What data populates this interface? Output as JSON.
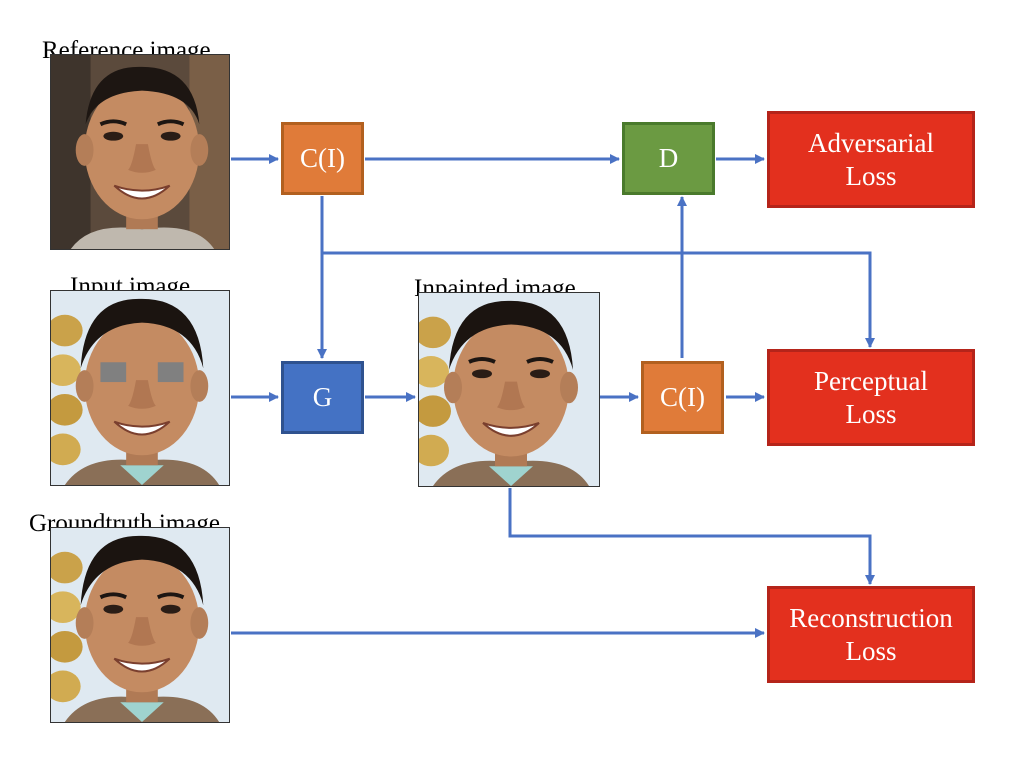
{
  "colors": {
    "arrow": "#4a72c4",
    "orange": "#e07b39",
    "orange_border": "#b2601f",
    "green": "#6b9a42",
    "green_border": "#4a7a2c",
    "blue": "#4472c4",
    "blue_border": "#2f528f",
    "red": "#e3301e",
    "red_border": "#b5241a"
  },
  "images": {
    "reference": {
      "caption": "Reference image",
      "masked": false
    },
    "input": {
      "caption": "Input image",
      "masked": true
    },
    "inpainted": {
      "caption": "Inpainted image",
      "masked": false
    },
    "groundtruth": {
      "caption": "Groundtruth image",
      "masked": false
    }
  },
  "nodes": {
    "c_top": "C(I)",
    "d": "D",
    "g": "G",
    "c_mid": "C(I)"
  },
  "losses": {
    "adversarial": [
      "Adversarial",
      "Loss"
    ],
    "perceptual": [
      "Perceptual",
      "Loss"
    ],
    "reconstruction": [
      "Reconstruction",
      "Loss"
    ]
  }
}
